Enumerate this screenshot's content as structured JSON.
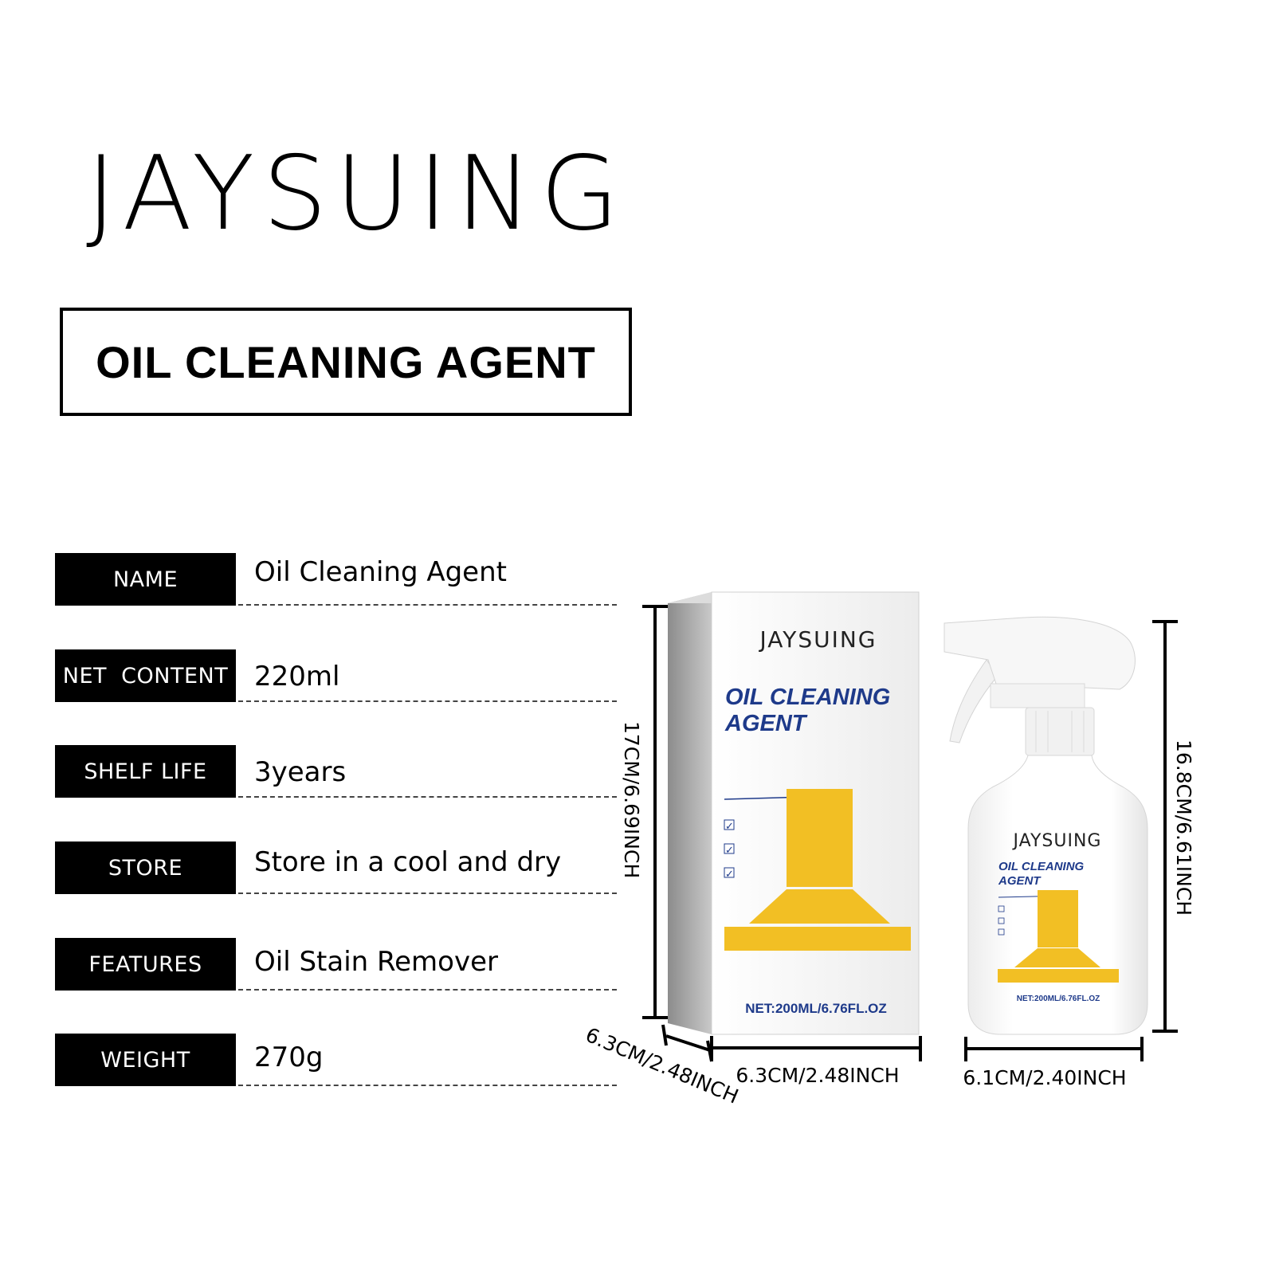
{
  "brand": "JAYSUING",
  "product_title": "OIL CLEANING AGENT",
  "specs": [
    {
      "label": "NAME",
      "value": "Oil Cleaning Agent"
    },
    {
      "label": "NET  CONTENT",
      "value": "220ml"
    },
    {
      "label": "SHELF LIFE",
      "value": "3years"
    },
    {
      "label": "STORE",
      "value": "Store in a cool and dry"
    },
    {
      "label": "FEATURES",
      "value": "Oil Stain Remover"
    },
    {
      "label": "WEIGHT",
      "value": "270g"
    }
  ],
  "box": {
    "brand": "JAYSUING",
    "title_line1": "OIL CLEANING",
    "title_line2": "AGENT",
    "net": "NET:200ML/6.76FL.OZ",
    "height_dim": "17CM/6.69INCH",
    "width_dim": "6.3CM/2.48INCH",
    "depth_dim": "6.3CM/2.48INCH"
  },
  "bottle": {
    "brand": "JAYSUING",
    "title_line1": "OIL CLEANING",
    "title_line2": "AGENT",
    "net": "NET:200ML/6.76FL.OZ",
    "height_dim": "16.8CM/6.61INCH",
    "width_dim": "6.1CM/2.40INCH"
  },
  "colors": {
    "accent_yellow": "#f2bf24",
    "label_blue": "#1e3a8a",
    "box_side_gray": "#9a9a9a"
  }
}
